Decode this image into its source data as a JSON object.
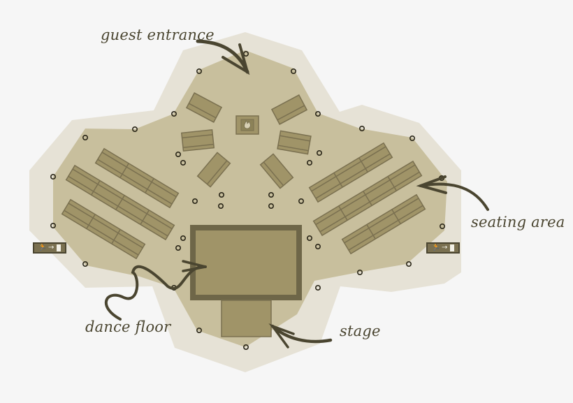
{
  "diagram": {
    "type": "venue-floor-plan",
    "colors": {
      "background": "#f6f6f6",
      "outer_area": "#e6e2d6",
      "floor": "#c8bf9d",
      "table_fill": "#a09468",
      "table_stroke": "#7a7050",
      "dance_floor_border": "#6e6648",
      "dance_floor_fill": "#a09468",
      "stage_fill": "#a09468",
      "arrow": "#4a4530",
      "label_text": "#4a4530",
      "pillar": "#2a2618"
    },
    "labels": {
      "guest_entrance": "guest entrance",
      "seating_area": "seating area",
      "dance_floor": "dance floor",
      "stage": "stage"
    },
    "exit_signs": [
      {
        "side": "left",
        "runner": "🏃",
        "arrow": "→"
      },
      {
        "side": "right",
        "runner": "🏃",
        "arrow": "→"
      }
    ],
    "fireplace_icon": "🔥"
  }
}
